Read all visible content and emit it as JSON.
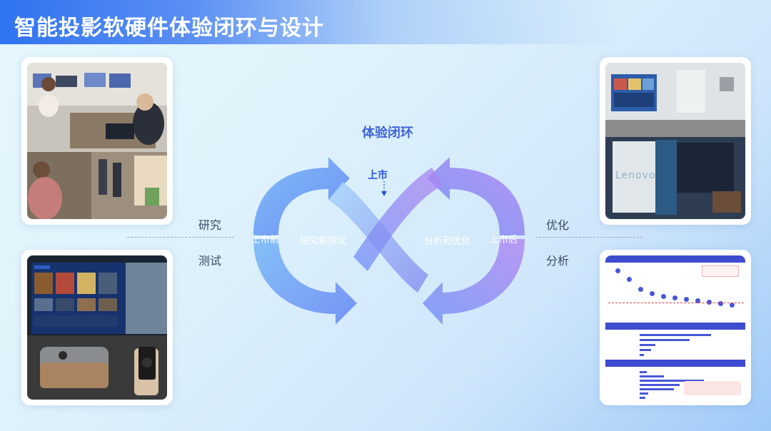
{
  "title": "智能投影软硬件体验闭环与设计",
  "loop": {
    "title": "体验闭环",
    "launch": "上市",
    "pre_launch": "上市前",
    "post_launch": "上市后",
    "left_inner": "研究和测试",
    "right_inner": "分析和优化"
  },
  "labels": {
    "research": "研究",
    "test": "测试",
    "optimize": "优化",
    "analyze": "分析"
  },
  "photos": {
    "top_left": "user-research-lab-photo",
    "bottom_left": "projector-product-photo",
    "top_right": "projector-home-usage-photo",
    "top_right_brand": "Lenovo",
    "bottom_right": "feedback-analysis-report"
  },
  "colors": {
    "title_blue": "#2f73f0",
    "loop_blue": "#6f8ff5",
    "loop_purple": "#a784f2",
    "accent_text": "#3d63d8"
  }
}
